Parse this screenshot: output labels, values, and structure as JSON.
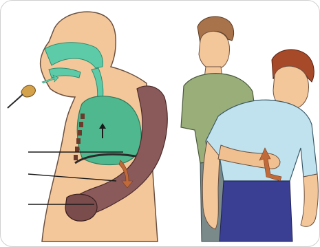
{
  "figure": {
    "panels": [
      {
        "name": "anatomical-cross-section"
      },
      {
        "name": "abdominal-thrust-scene"
      }
    ],
    "leader_line_count": 3,
    "colors": {
      "skin": "#f4c79a",
      "airway": "#5ecba8",
      "lungs": "#4fb88f",
      "rescuer_shirt": "#9aae7a",
      "victim_shirt": "#bfe2ee",
      "victim_pants": "#3b3f93",
      "victim_hair": "#a64a2a",
      "rescuer_hair": "#a8724a",
      "arrow": "#c06a3a",
      "arm_cutaway": "#8a5a5a"
    }
  }
}
